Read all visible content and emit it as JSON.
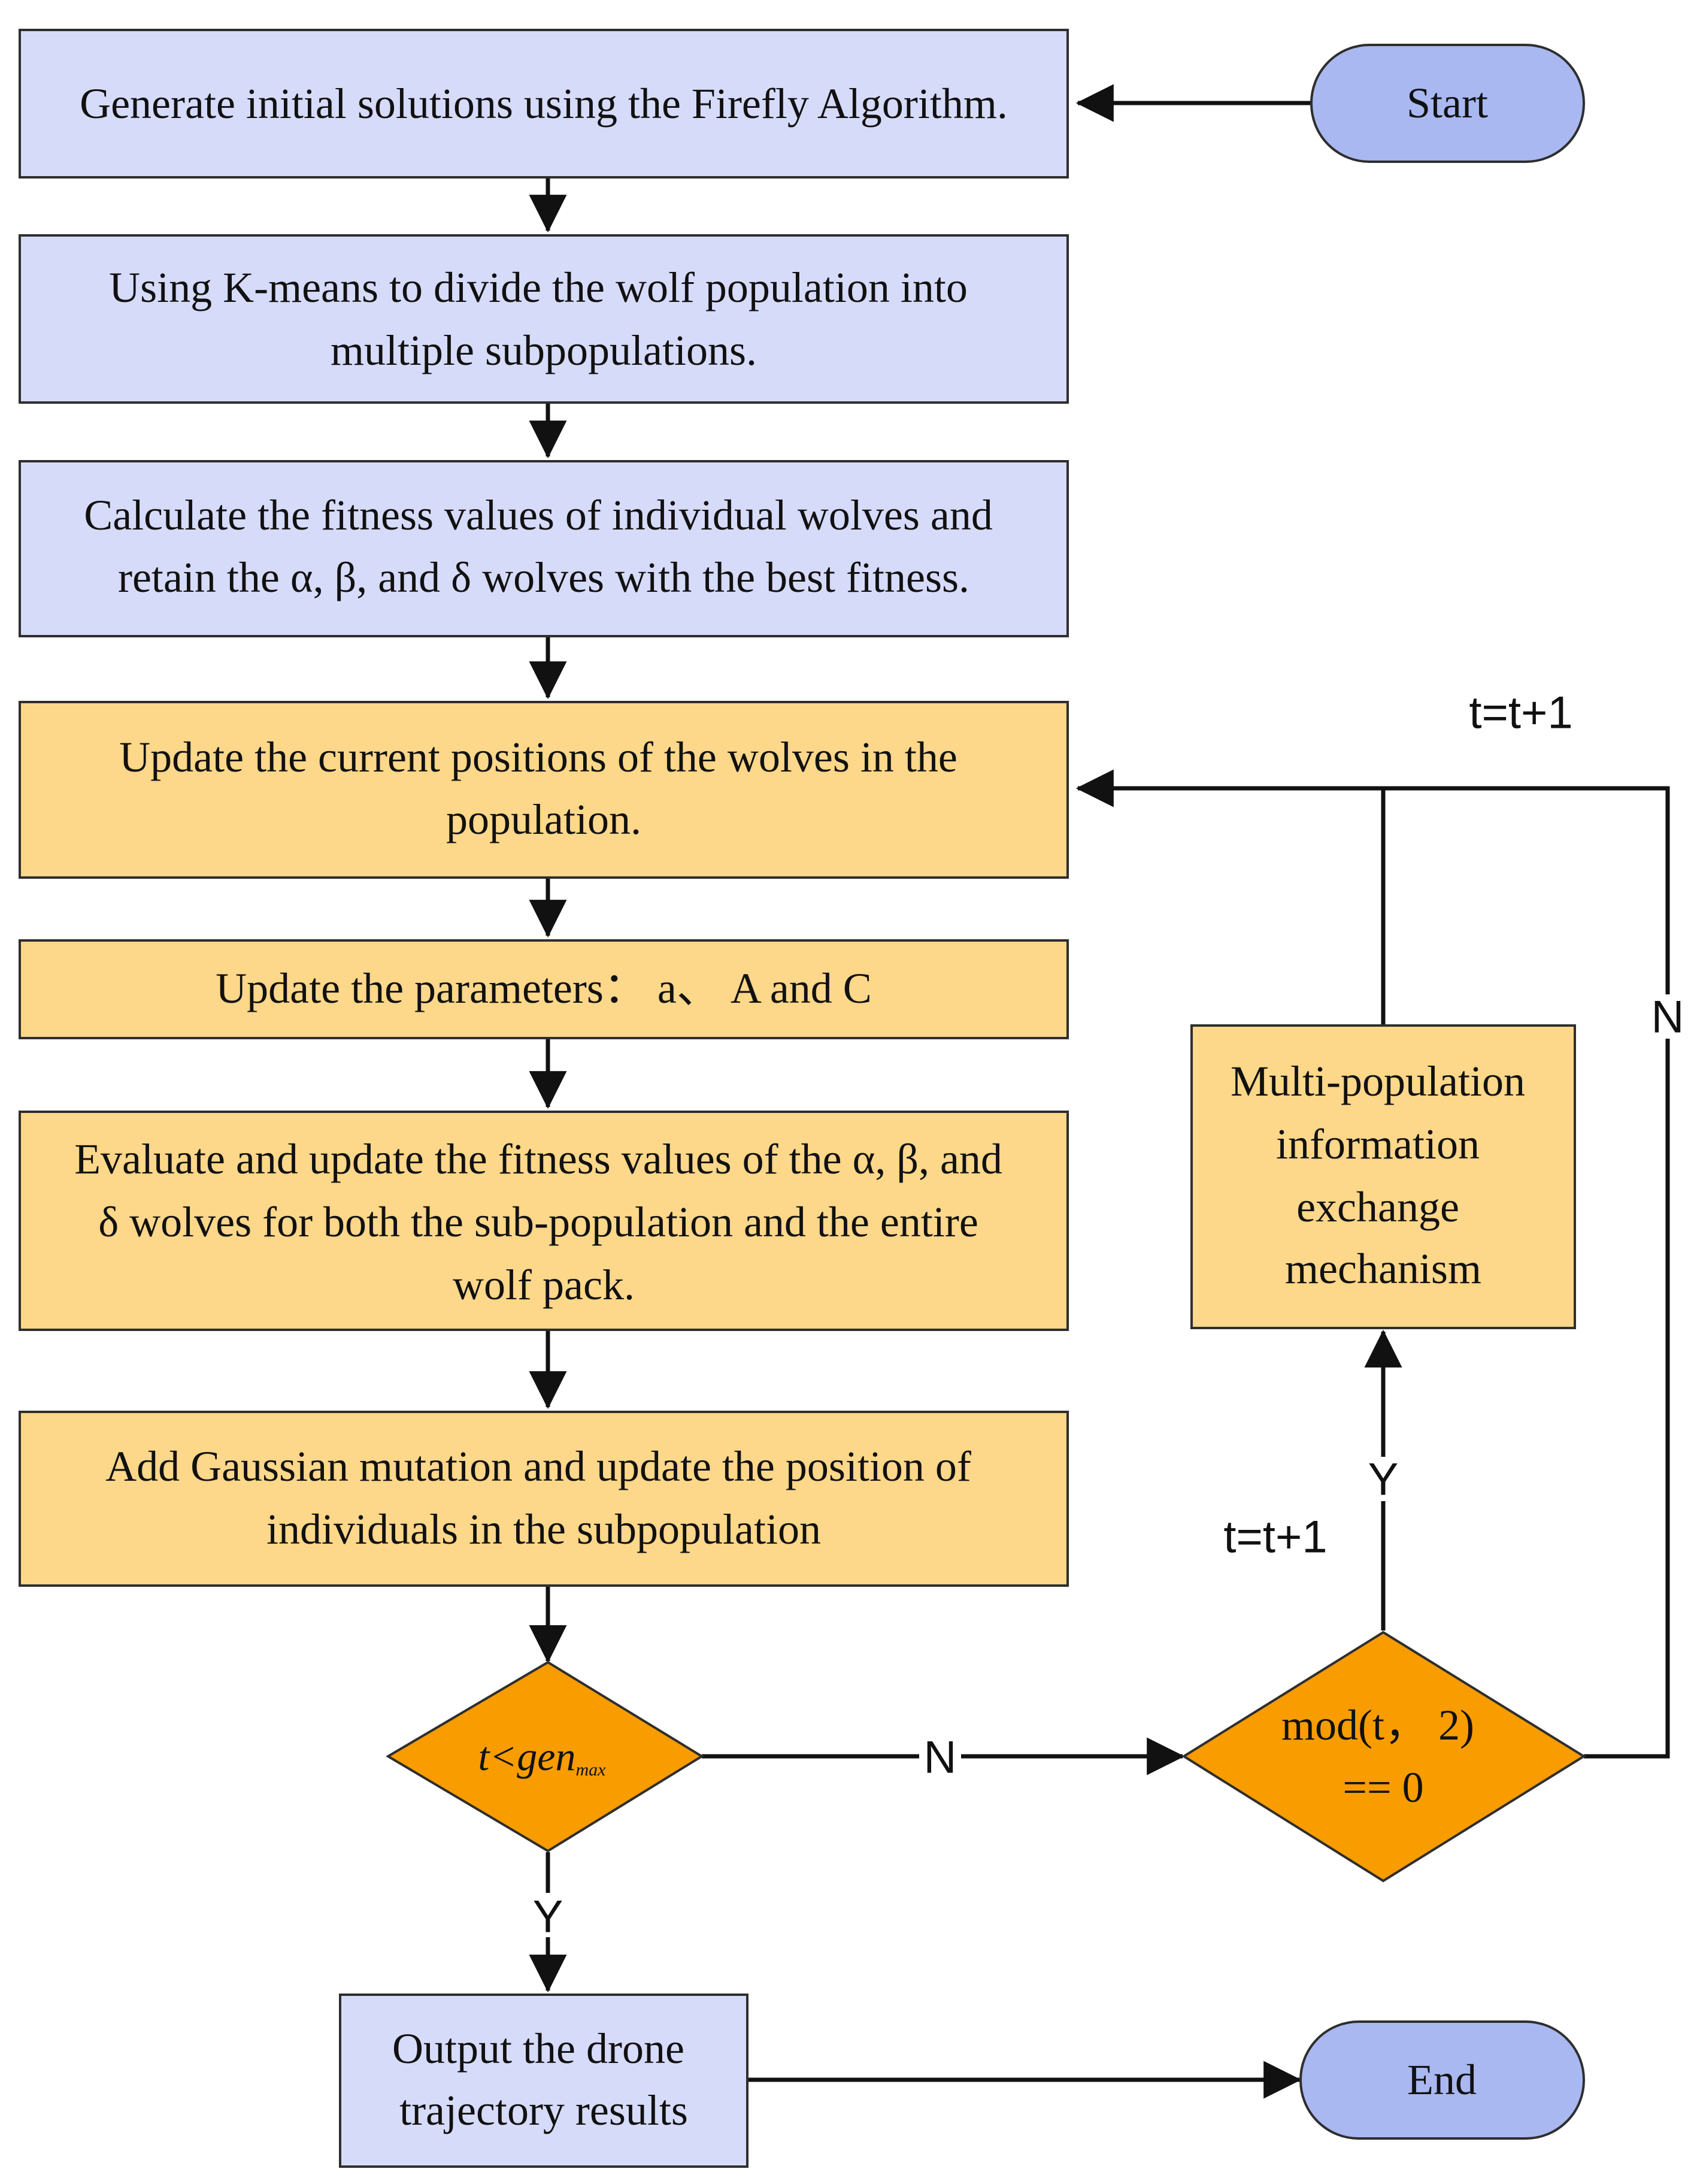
{
  "nodes": {
    "start": "Start",
    "end": "End",
    "step1": [
      "Generate initial solutions using the Firefly Algorithm."
    ],
    "step2": [
      "Using K-means to divide the wolf population into",
      "multiple subpopulations."
    ],
    "step3": [
      "Calculate the fitness values of individual wolves and",
      "retain the α, β, and δ wolves with the best fitness."
    ],
    "step4": [
      "Update the current positions of the wolves in the",
      "population."
    ],
    "step5": [
      "Update the parameters：  a、 A and C"
    ],
    "step6": [
      "Evaluate and update the fitness values of the α, β, and",
      "δ wolves for both the sub-population and the entire",
      "wolf pack."
    ],
    "step7": [
      "Add Gaussian mutation and update the position of",
      "individuals in the subpopulation"
    ],
    "decision_main": {
      "prefix": "t<gen",
      "subscript": "max"
    },
    "decision_mod": [
      "mod(t，  2)",
      "== 0"
    ],
    "exchange": [
      "Multi-population",
      "information",
      "exchange",
      "mechanism"
    ],
    "output": [
      "Output the drone",
      "trajectory results"
    ]
  },
  "edge_labels": {
    "no_main": "N",
    "yes_main": "Y",
    "yes_mod": "Y",
    "no_mod": "N",
    "inc_top": "t=t+1",
    "inc_mid": "t=t+1"
  },
  "colors": {
    "blue_box": "#d7dbfa",
    "yellow_box": "#fdd78a",
    "terminal": "#a9b8f0",
    "decision": "#f89c00"
  }
}
